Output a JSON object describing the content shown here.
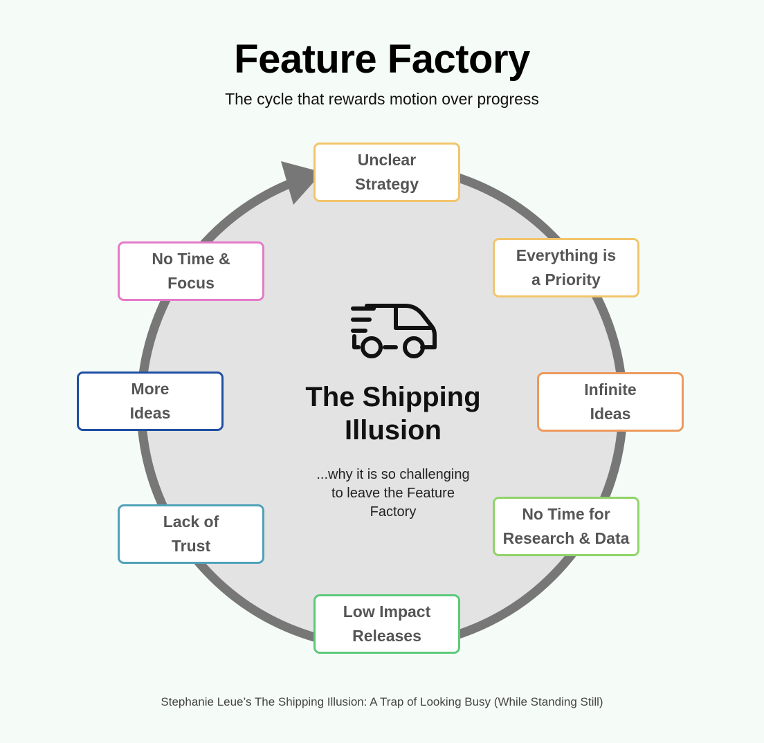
{
  "header": {
    "title": "Feature Factory",
    "subtitle": "The cycle that rewards motion over progress"
  },
  "center": {
    "icon": "delivery-truck-icon",
    "title_line1": "The Shipping",
    "title_line2": "Illusion",
    "subtitle_line1": "...why it is so challenging",
    "subtitle_line2": "to leave the Feature",
    "subtitle_line3": "Factory"
  },
  "cycle": {
    "steps": [
      {
        "line1": "Unclear",
        "line2": "Strategy",
        "color": "#f2c56b"
      },
      {
        "line1": "Everything is",
        "line2": "a Priority",
        "color": "#f2c56b"
      },
      {
        "line1": "Infinite",
        "line2": "Ideas",
        "color": "#ec9a5c"
      },
      {
        "line1": "No Time for",
        "line2": "Research & Data",
        "color": "#8fd467"
      },
      {
        "line1": "Low Impact",
        "line2": "Releases",
        "color": "#5cc97a"
      },
      {
        "line1": "Lack of",
        "line2": "Trust",
        "color": "#4fa1b8"
      },
      {
        "line1": "More",
        "line2": "Ideas",
        "color": "#1f4fa3"
      },
      {
        "line1": "No Time &",
        "line2": "Focus",
        "color": "#e47ac9"
      }
    ],
    "circle_fill": "#e3e3e3",
    "ring_color": "#777777"
  },
  "footer": {
    "credit": "Stephanie Leue’s The Shipping Illusion: A Trap of Looking Busy (While Standing Still)"
  }
}
